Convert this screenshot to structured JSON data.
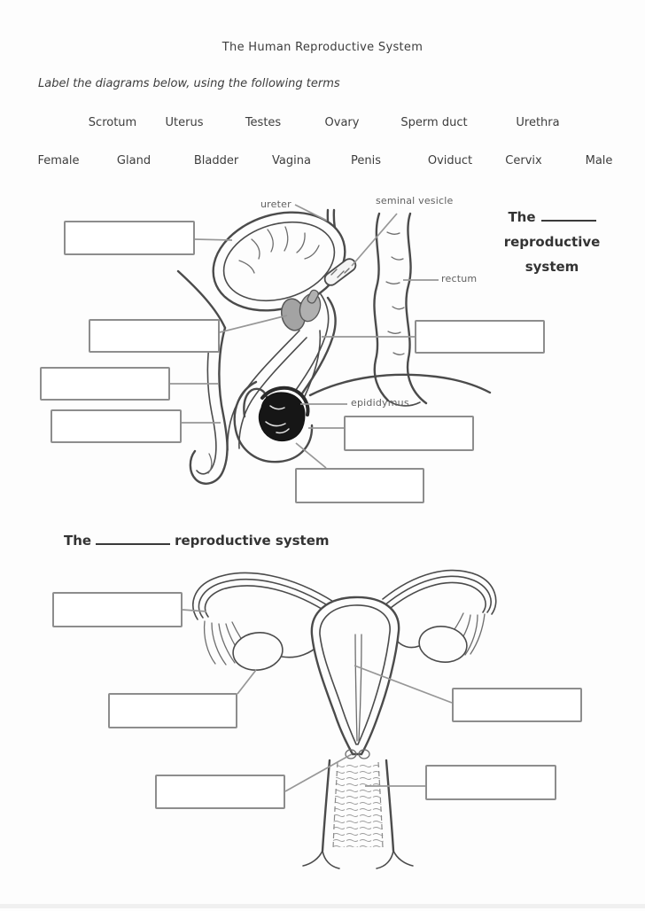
{
  "title": "The Human Reproductive System",
  "instruction": "Label the diagrams below, using the following terms",
  "word_bank": {
    "row1": [
      "Scrotum",
      "Uterus",
      "Testes",
      "Ovary",
      "Sperm duct",
      "Urethra"
    ],
    "row2": [
      "Female",
      "Gland",
      "Bladder",
      "Vagina",
      "Penis",
      "Oviduct",
      "Cervix",
      "Male"
    ]
  },
  "male_section": {
    "caption": {
      "prefix": "The",
      "blank_value": "",
      "line2": "reproductive",
      "line3": "system"
    },
    "printed_labels": {
      "ureter": "ureter",
      "seminal_vesicle": "seminal vesicle",
      "rectum": "rectum",
      "epididymus": "epididymus"
    },
    "answer_boxes": [
      {
        "value": ""
      },
      {
        "value": ""
      },
      {
        "value": ""
      },
      {
        "value": ""
      },
      {
        "value": ""
      },
      {
        "value": ""
      },
      {
        "value": ""
      }
    ]
  },
  "female_section": {
    "caption": {
      "prefix": "The",
      "blank_value": "",
      "suffix": "reproductive system"
    },
    "answer_boxes": [
      {
        "value": ""
      },
      {
        "value": ""
      },
      {
        "value": ""
      },
      {
        "value": ""
      },
      {
        "value": ""
      }
    ]
  },
  "colors": {
    "ink": "#3d3d3d",
    "label_ink": "#606060",
    "connector": "#979797",
    "box_border": "#8d8d8d",
    "stroke": "#4b4b4b",
    "gland_fill": "#a3a3a3",
    "testis_fill": "#161616",
    "paper": "#fdfdfd"
  }
}
